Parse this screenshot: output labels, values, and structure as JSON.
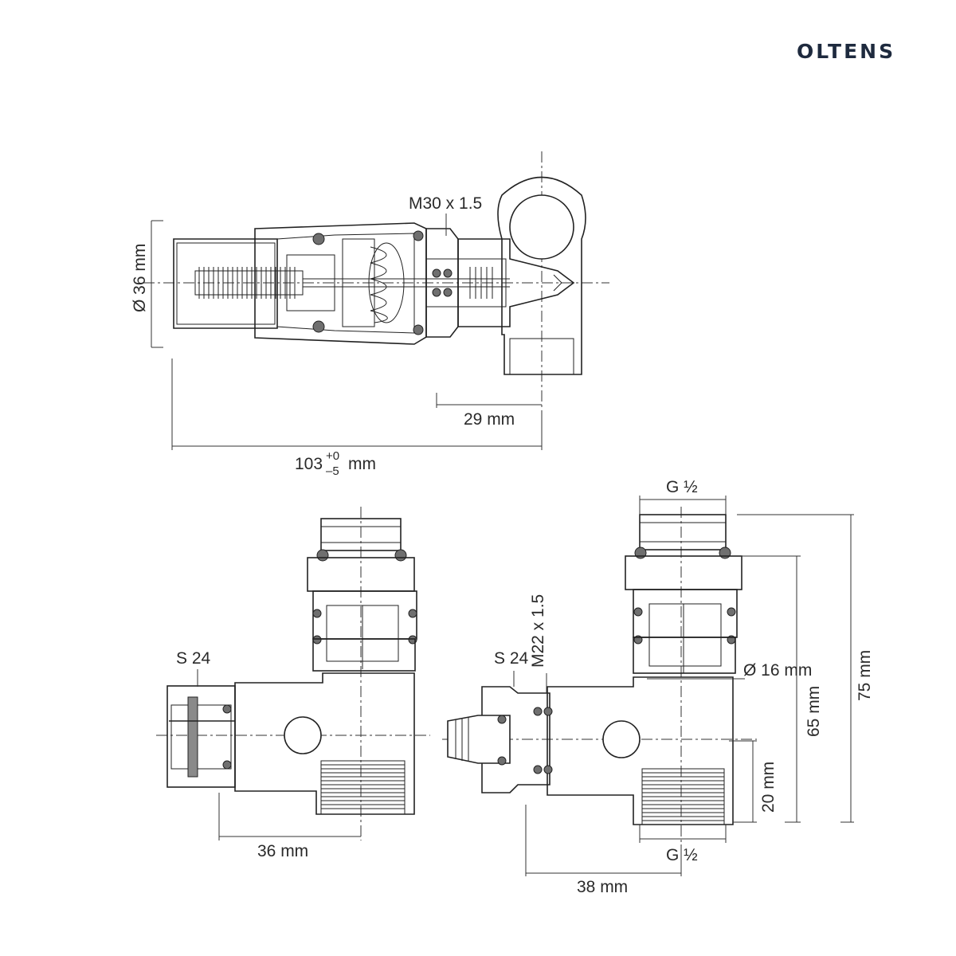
{
  "brand": {
    "name": "OLTENS"
  },
  "top_view": {
    "diameter_label": "Ø 36 mm",
    "thread_label": "M30 x 1.5",
    "offset_label": "29 mm",
    "length_main": "103",
    "length_tol_plus": "+0",
    "length_tol_minus": "–5",
    "length_unit": "mm"
  },
  "left_view": {
    "wrench_label": "S 24",
    "offset_label": "36 mm"
  },
  "right_view": {
    "wrench_label": "S 24",
    "thread_label": "M22 x 1.5",
    "top_thread": "G ½",
    "bottom_thread": "G ½",
    "diameter_label": "Ø 16 mm",
    "height_65": "65 mm",
    "height_75": "75 mm",
    "height_20": "20 mm",
    "offset_label": "38 mm"
  }
}
